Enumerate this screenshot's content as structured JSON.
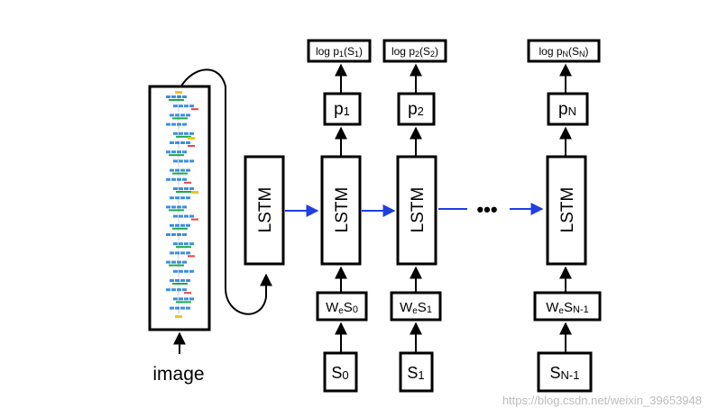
{
  "colors": {
    "black": "#000000",
    "blue_arrow": "#1f3fe0",
    "cnn_blue": "#3d8fe0",
    "cnn_green": "#1fa84a",
    "cnn_red": "#e8434a",
    "cnn_yellow": "#f2c21a",
    "watermark": "#bcbcbc"
  },
  "image_label": "image",
  "lstm_label": "LSTM",
  "ellipsis": "•••",
  "columns": [
    {
      "log_prefix": "log p",
      "log_sub": "1",
      "log_open": "(S",
      "log_sub2": "1",
      "log_close": ")",
      "p_main": "p",
      "p_sub": "1",
      "we_main": "W",
      "we_sub": "e",
      "we_s": "S",
      "we_s_sub": "0",
      "s_main": "S",
      "s_sub": "0"
    },
    {
      "log_prefix": "log p",
      "log_sub": "2",
      "log_open": "(S",
      "log_sub2": "2",
      "log_close": ")",
      "p_main": "p",
      "p_sub": "2",
      "we_main": "W",
      "we_sub": "e",
      "we_s": "S",
      "we_s_sub": "1",
      "s_main": "S",
      "s_sub": "1"
    },
    {
      "log_prefix": "log p",
      "log_sub": "N",
      "log_open": "(S",
      "log_sub2": "N",
      "log_close": ")",
      "p_main": "p",
      "p_sub": "N",
      "we_main": "W",
      "we_sub": "e",
      "we_s": "S",
      "we_s_sub": "N-1",
      "s_main": "S",
      "s_sub": "N-1"
    }
  ],
  "watermark": "https://blog.csdn.net/weixin_39653948"
}
